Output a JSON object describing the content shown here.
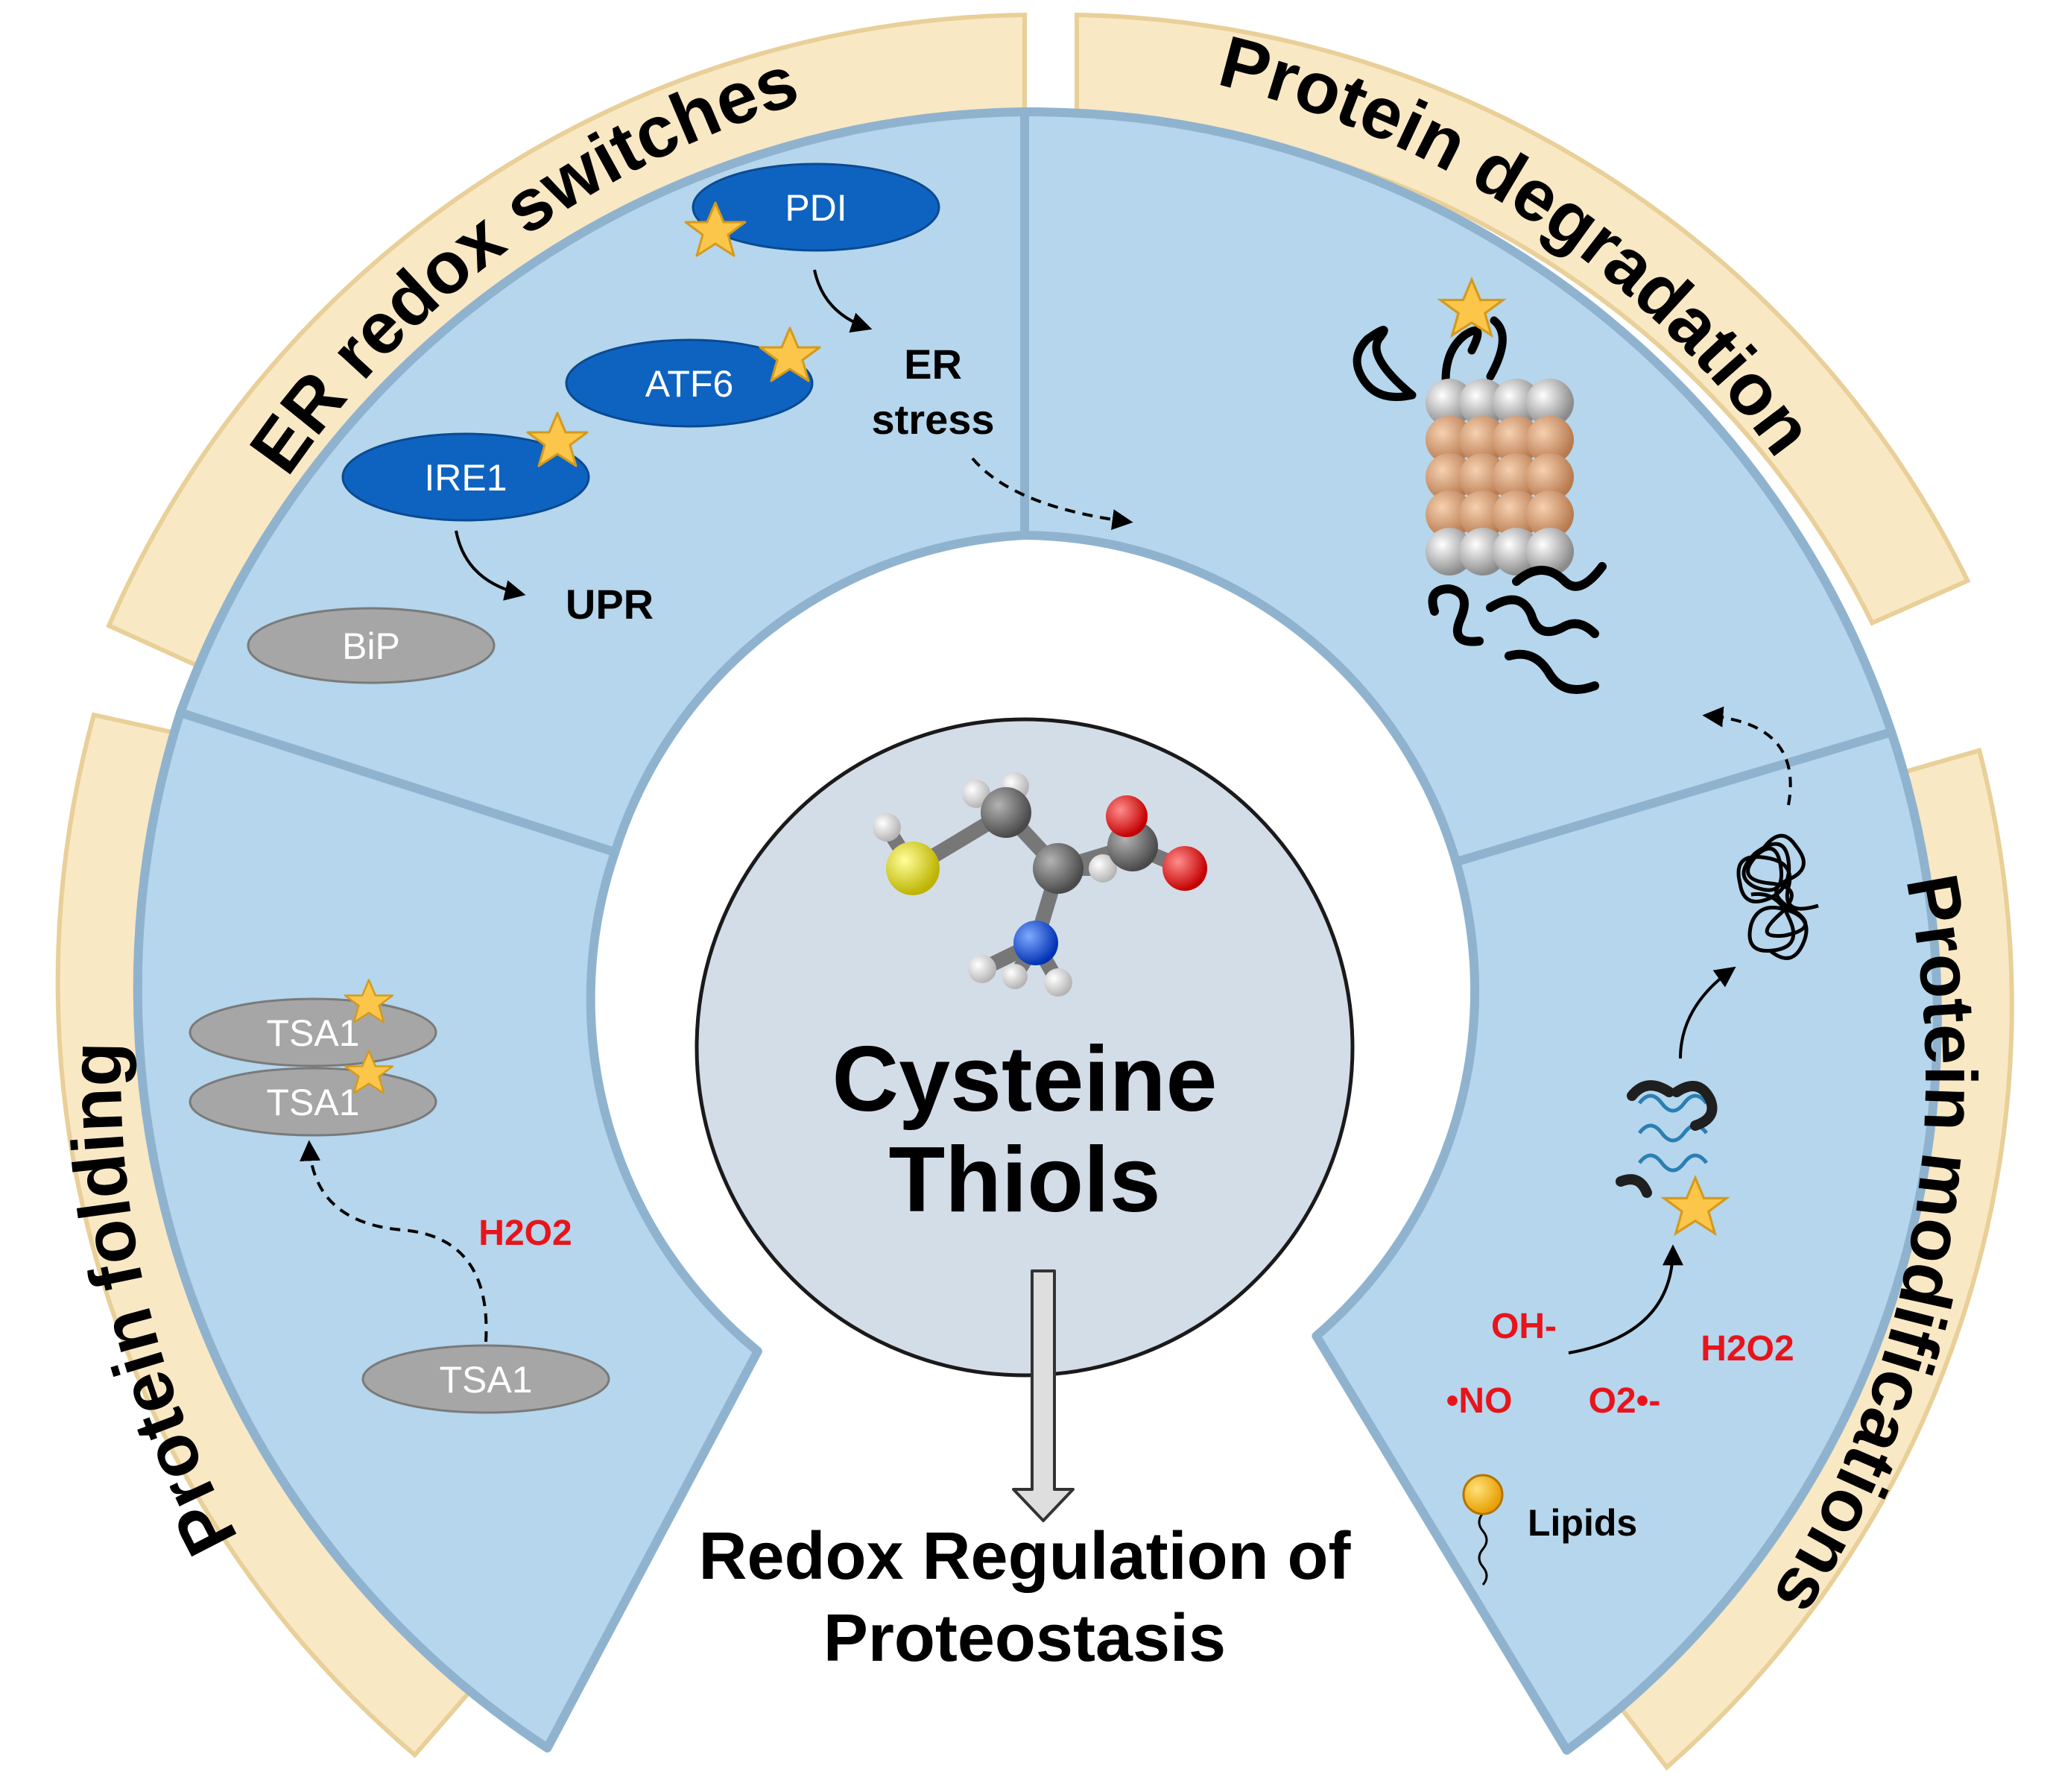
{
  "sections": {
    "er_redox": "ER redox switches",
    "degradation": "Protein degradation",
    "folding": "Protein folding",
    "modifications": "Protein modifications"
  },
  "nodes": {
    "pdi": "PDI",
    "atf6": "ATF6",
    "ire1": "IRE1",
    "bip": "BiP",
    "tsa1_top": "TSA1",
    "tsa1_mid": "TSA1",
    "tsa1_low": "TSA1"
  },
  "labels": {
    "upr": "UPR",
    "er_stress_line1": "ER",
    "er_stress_line2": "stress",
    "h2o2_left": "H2O2",
    "h2o2_right": "H2O2",
    "oh": "OH-",
    "no": "•NO",
    "o2": "O2•-",
    "lipids": "Lipids"
  },
  "center": {
    "line1": "Cysteine",
    "line2": "Thiols"
  },
  "bottom": {
    "line1": "Redox Regulation of",
    "line2": "Proteostasis"
  },
  "colors": {
    "band": "#f9e8c4",
    "panel": "#b5d6ec",
    "node_blue": "#0f63c0",
    "node_grey": "#a6a6a6",
    "star": "#fbc64a",
    "center_circle": "#d3dde8",
    "chem_red": "#e8141b"
  },
  "icons": [
    "star-icon",
    "proteasome-icon",
    "cysteine-molecule-icon",
    "lipid-icon",
    "protein-chain-icon"
  ]
}
